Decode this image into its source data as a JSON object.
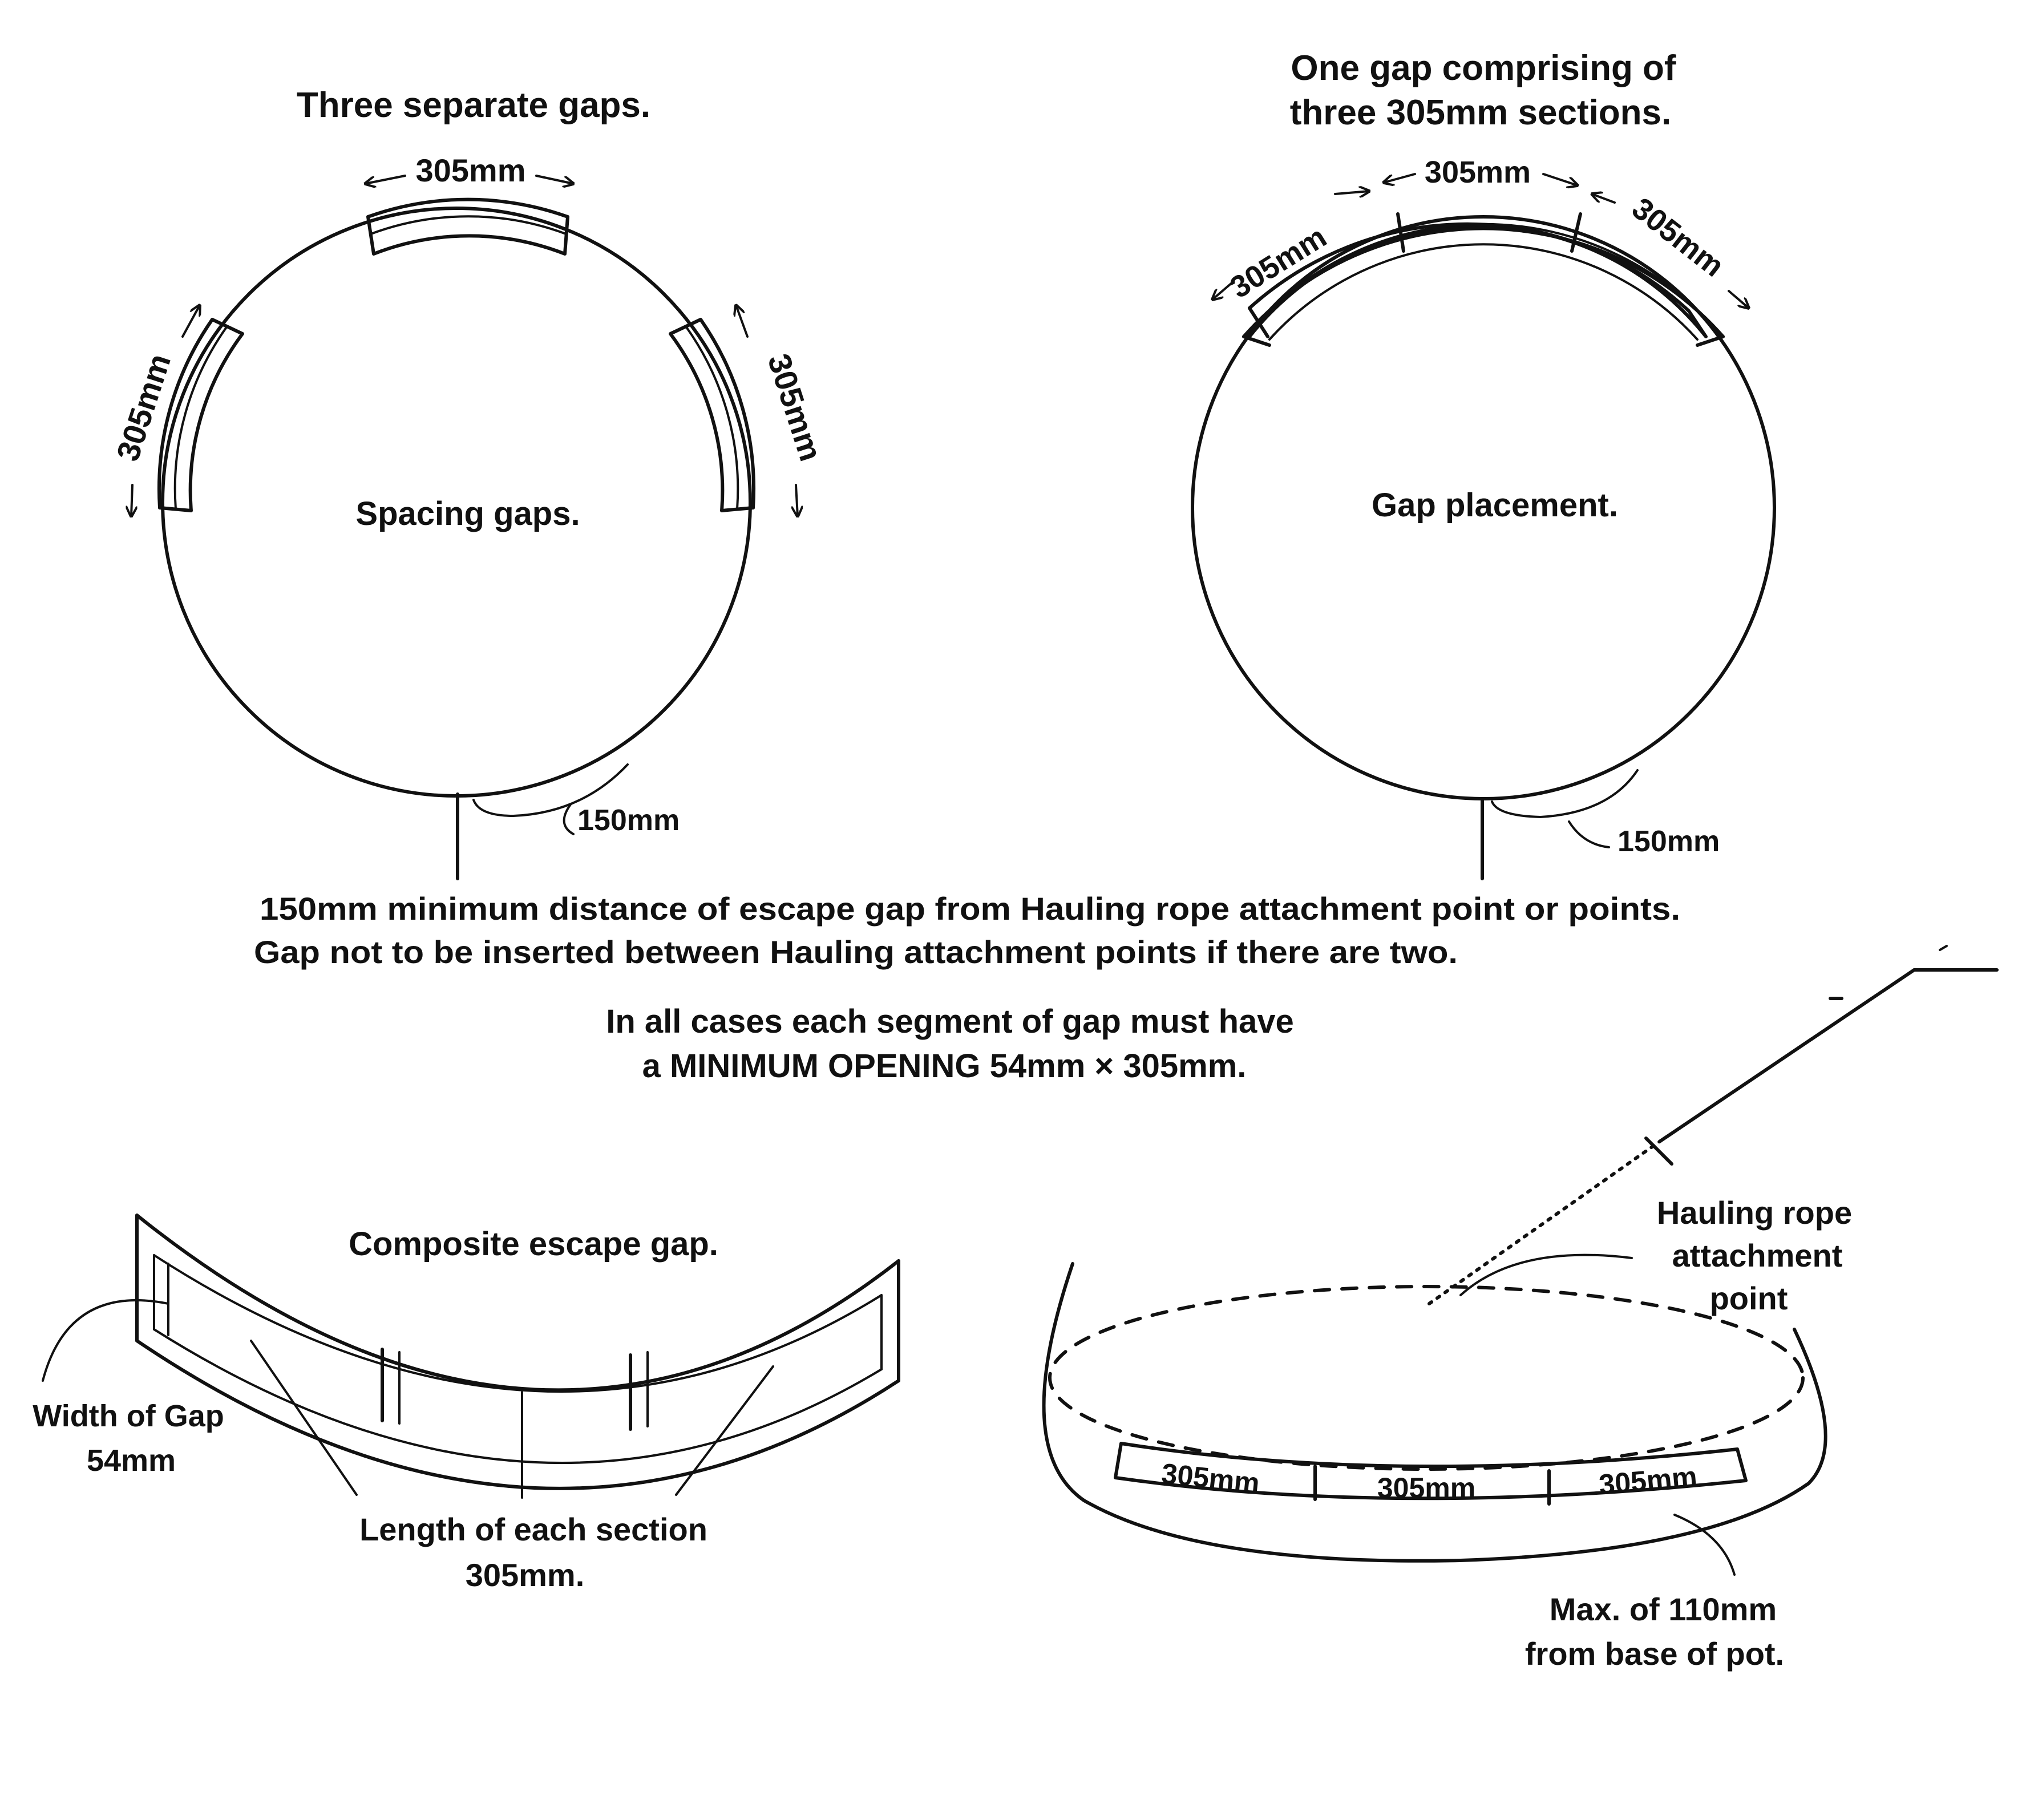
{
  "left_diagram": {
    "title": "Three separate gaps.",
    "center_label": "Spacing gaps.",
    "gap_label_top": "305mm",
    "gap_label_left": "305mm",
    "gap_label_right": "305mm",
    "distance_label": "150mm"
  },
  "right_diagram": {
    "title_line1": "One gap comprising of",
    "title_line2": "three 305mm sections.",
    "center_label": "Gap placement.",
    "section_label_left": "305mm",
    "section_label_middle": "305mm",
    "section_label_right": "305mm",
    "distance_label": "150mm"
  },
  "notes": {
    "line1": "150mm minimum distance of escape gap from Hauling rope attachment point or points.",
    "line2": "Gap not to be inserted between Hauling attachment points if there are two.",
    "line3": "In all cases each segment of gap must have",
    "line4": "a MINIMUM OPENING 54mm × 305mm."
  },
  "composite_diagram": {
    "title": "Composite escape gap.",
    "width_label_line1": "Width of Gap",
    "width_label_line2": "54mm",
    "length_label_line1": "Length of each section",
    "length_label_line2": "305mm."
  },
  "pot_diagram": {
    "hauling_label_line1": "Hauling rope",
    "hauling_label_line2": "attachment",
    "hauling_label_line3": "point",
    "section_label_left": "305mm",
    "section_label_middle": "305mm",
    "section_label_right": "305mm",
    "base_label_line1": "Max. of 110mm",
    "base_label_line2": "from base of pot."
  }
}
